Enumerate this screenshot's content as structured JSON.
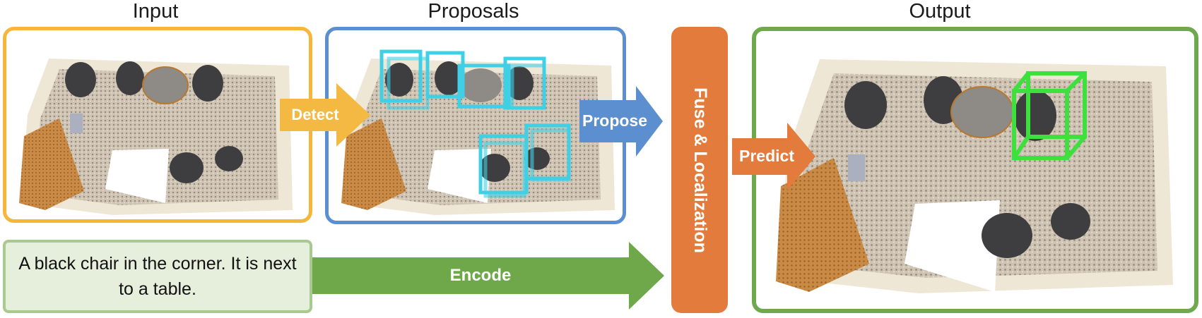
{
  "titles": {
    "input": "Input",
    "proposals": "Proposals",
    "output": "Output"
  },
  "arrows": {
    "detect": "Detect",
    "propose": "Propose",
    "encode": "Encode",
    "predict": "Predict"
  },
  "fuse_label": "Fuse & Localization",
  "description_text": "A black chair in the corner. It is next to a table.",
  "colors": {
    "input_border": "#f5b63a",
    "proposals_border": "#5b8fcf",
    "output_border": "#70a84d",
    "detect_arrow": "#f4b942",
    "propose_arrow": "#5b8fcf",
    "encode_arrow": "#6fa84a",
    "predict_arrow": "#e27b3b",
    "fuse_block": "#e27b3b",
    "text_box_fill": "#e6efdc",
    "text_box_border": "#a8c98f",
    "proposal_box": "#3fd0e6",
    "output_box": "#3ee03e"
  }
}
